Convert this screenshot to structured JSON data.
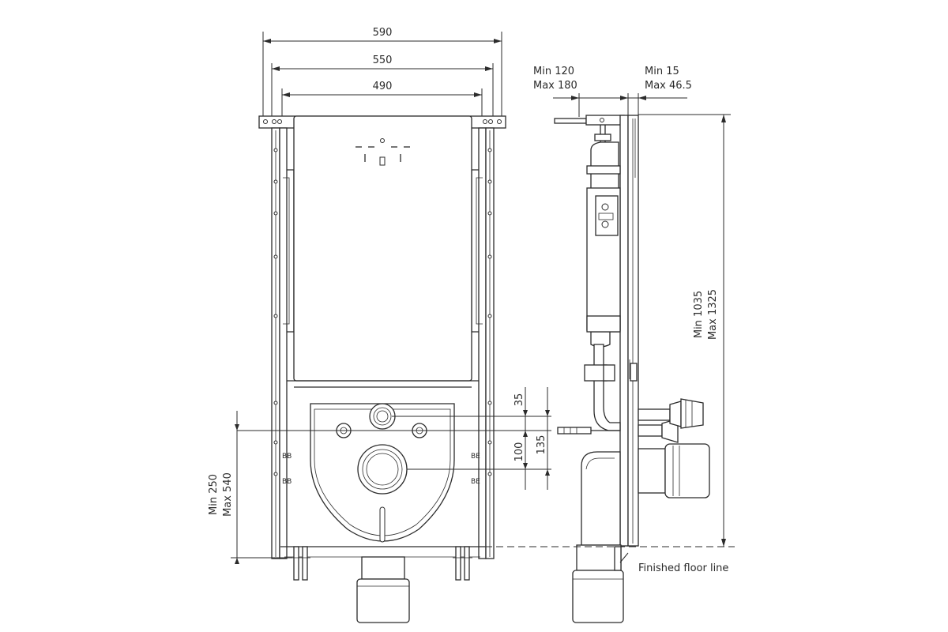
{
  "front": {
    "width_outer": "590",
    "width_mid": "550",
    "width_inner": "490",
    "offset_upper": "35",
    "offset_lower": "100",
    "offset_total": "135",
    "height_min": "Min 250",
    "height_max": "Max 540"
  },
  "side": {
    "depth_min": "Min  120",
    "depth_max": "Max 180",
    "panel_min": "Min  15",
    "panel_max": "Max 46.5",
    "height_min": "Min 1035",
    "height_max": "Max 1325",
    "floor_label": "Finished floor line"
  },
  "colors": {
    "line": "#2b2b2b",
    "background": "#ffffff"
  }
}
